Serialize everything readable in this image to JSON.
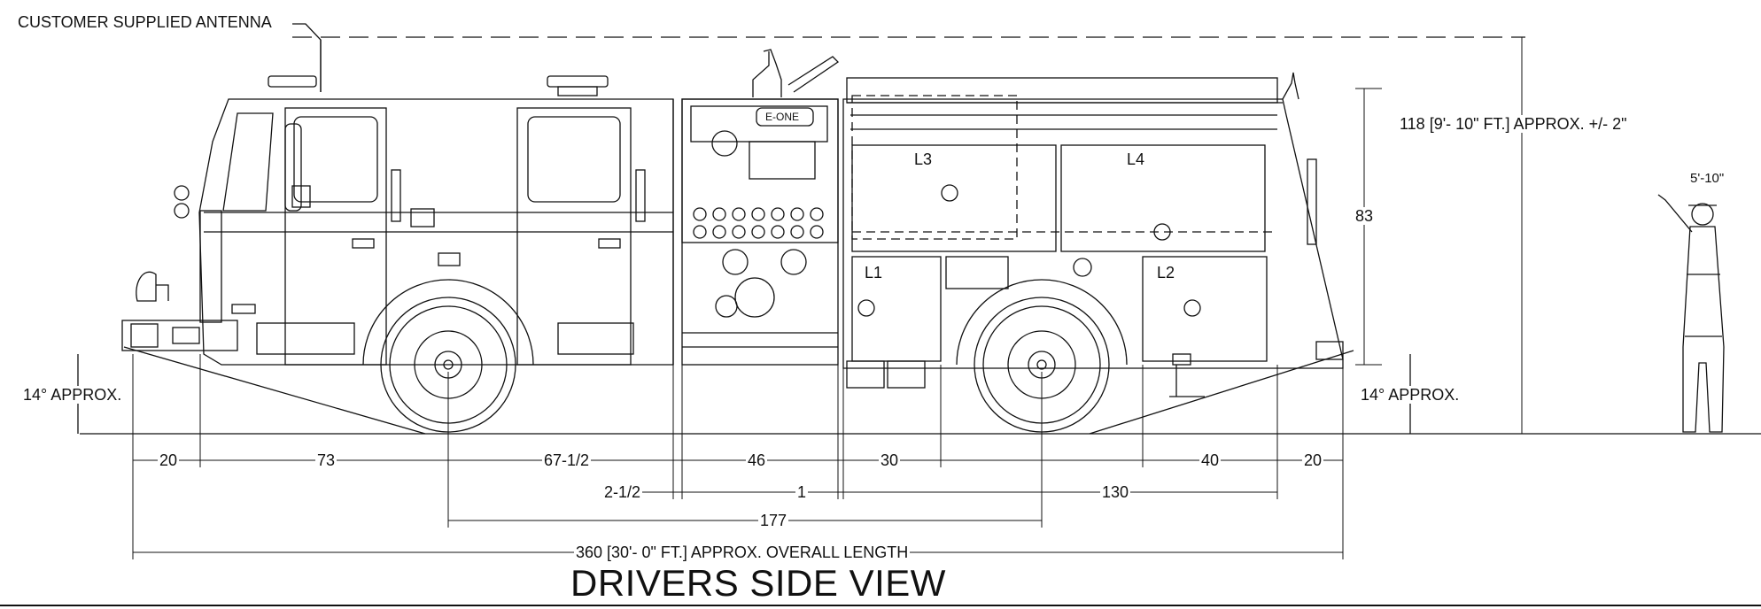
{
  "title": "DRIVERS SIDE VIEW",
  "labels": {
    "antenna": "CUSTOMER SUPPLIED ANTENNA",
    "height_overall": "118 [9'- 10\" FT.] APPROX. +/- 2\"",
    "height_body": "83",
    "person_height": "5'-10\"",
    "approach_angle": "14° APPROX.",
    "departure_angle": "14° APPROX.",
    "compartment_l1": "L1",
    "compartment_l2": "L2",
    "compartment_l3": "L3",
    "compartment_l4": "L4",
    "pump_logo": "E-ONE"
  },
  "dimensions": {
    "front_overhang": "20",
    "front_to_axle": "73",
    "axle_to_cab_rear": "67-1/2",
    "pump_panel": "46",
    "body_to_tank": "30",
    "rear_wheel_to_end": "40",
    "rear_overhang": "20",
    "cab_gap": "2-1/2",
    "pump_gap": "1",
    "pump_to_rear": "130",
    "wheelbase": "177",
    "overall_length": "360 [30'- 0\" FT.] APPROX. OVERALL LENGTH"
  }
}
